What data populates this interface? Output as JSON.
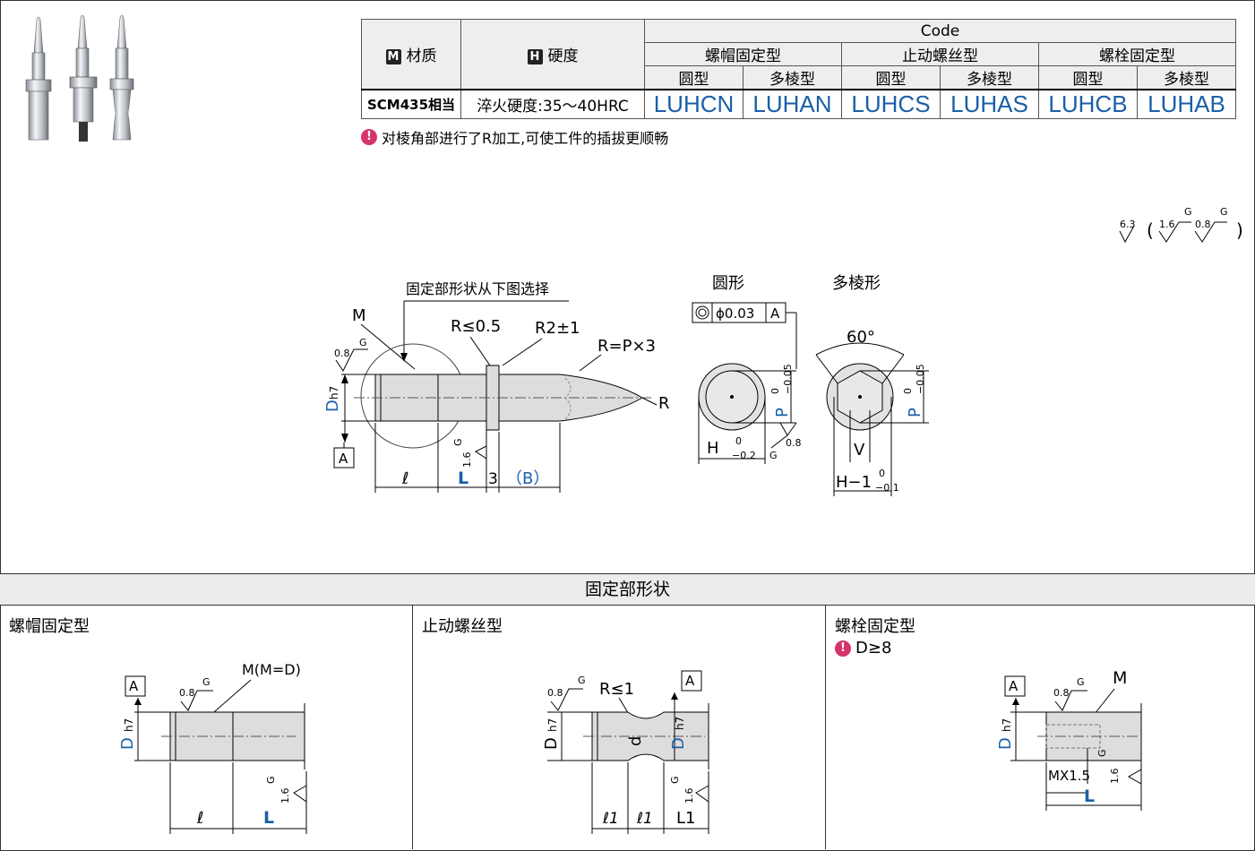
{
  "table": {
    "code_header": "Code",
    "material_badge": "M",
    "material_header": "材质",
    "hardness_badge": "H",
    "hardness_header": "硬度",
    "groups": [
      "螺帽固定型",
      "止动螺丝型",
      "螺栓固定型"
    ],
    "subtypes": [
      "圆型",
      "多棱型",
      "圆型",
      "多棱型",
      "圆型",
      "多棱型"
    ],
    "material_value": "SCM435相当",
    "hardness_value": "淬火硬度:35～40HRC",
    "codes": [
      "LUHCN",
      "LUHAN",
      "LUHCS",
      "LUHAS",
      "LUHCB",
      "LUHAB"
    ]
  },
  "note": "对棱角部进行了R加工,可使工件的插拔更顺畅",
  "roughness": {
    "main": "6.3",
    "a": "1.6",
    "b": "0.8",
    "g": "G"
  },
  "main_drawing": {
    "callout": "固定部形状从下图选择",
    "m": "M",
    "r05": "R≤0.5",
    "r2": "R2±1",
    "rp": "R=P×3",
    "r": "R",
    "d": "D",
    "h7": "h7",
    "ra08": "0.8",
    "ra16": "1.6",
    "g": "G",
    "datum": "A",
    "l": "ℓ",
    "L": "L",
    "three": "3",
    "B": "（B）"
  },
  "round_view": {
    "title": "圆形",
    "tolerance": "ϕ0.03",
    "datum": "A",
    "p": "P",
    "p_tol": "0\n−0.05",
    "h": "H",
    "h_tol_top": "0",
    "h_tol_bot": "−0.2",
    "ra": "0.8",
    "g": "G"
  },
  "hex_view": {
    "title": "多棱形",
    "angle": "60°",
    "p": "P",
    "v": "V",
    "h": "H−1",
    "h_tol_top": "0",
    "h_tol_bot": "−0.1"
  },
  "section_title": "固定部形状",
  "panels": {
    "nut": {
      "title": "螺帽固定型",
      "m_label": "M(M=D)",
      "d": "D",
      "h7": "h7",
      "l": "ℓ",
      "L": "L",
      "datum": "A",
      "ra08": "0.8",
      "ra16": "1.6",
      "g": "G"
    },
    "setscrew": {
      "title": "止动螺丝型",
      "r1": "R≤1",
      "d": "D",
      "h7": "h7",
      "small_d": "d",
      "l1a": "ℓ1",
      "l1b": "ℓ1",
      "L1": "L1",
      "datum": "A",
      "ra08": "0.8",
      "ra16": "1.6",
      "g": "G"
    },
    "bolt": {
      "title": "螺栓固定型",
      "note": "D≥8",
      "m": "M",
      "d": "D",
      "h7": "h7",
      "mx": "MX1.5",
      "L": "L",
      "datum": "A",
      "ra08": "0.8",
      "ra16": "1.6",
      "g": "G"
    }
  }
}
